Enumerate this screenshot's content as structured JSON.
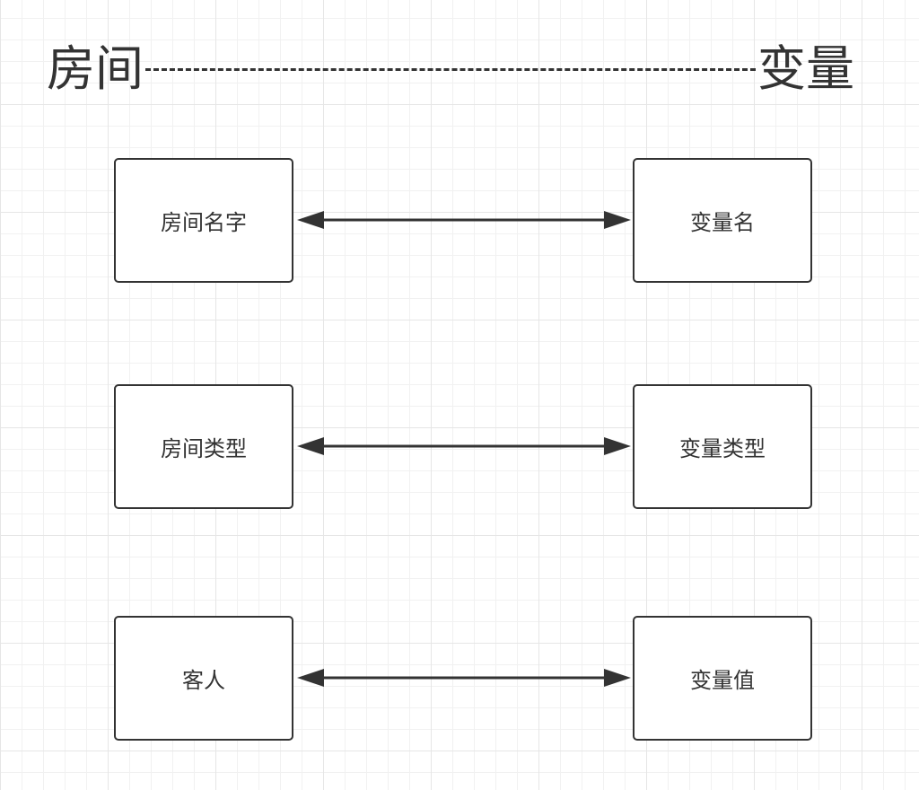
{
  "title": {
    "left": "房间",
    "right": "变量"
  },
  "rows": [
    {
      "left": "房间名字",
      "right": "变量名"
    },
    {
      "left": "房间类型",
      "right": "变量类型"
    },
    {
      "left": "客人",
      "right": "变量值"
    }
  ]
}
